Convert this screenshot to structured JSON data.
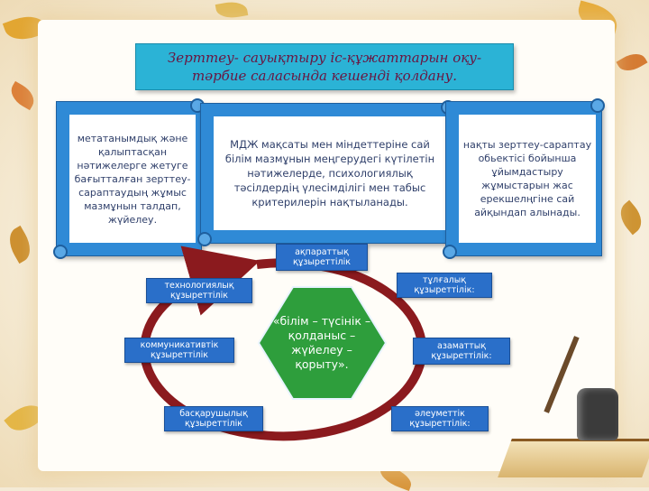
{
  "title": "Зерттеу- сауықтыру іс-құжаттарын оқу- тәрбие саласында кешенді  қолдану.",
  "scrolls": {
    "left": "метатанымдық және қалыптасқан нәтижелерге жетуге бағытталған зерттеу-сараптаудың жұмыс мазмұнын талдап, жүйелеу.",
    "middle": "МДЖ мақсаты мен міндеттеріне сай білім мазмұнын меңгерудегі күтілетін нәтижелерде, психологиялық тәсілдердің үлесімділігі мен табыс критерилерін нақтыланады.",
    "right": "нақты зерттеу-сараптау обьектісі бойынша ұйымдастыру жұмыстарын  жас ерекшелңгіне сай айқындап алынады."
  },
  "center": "«білім – түсінік – қолданыс – жүйелеу – қорыту».",
  "competencies": {
    "info": "ақпараттық құзыреттілік",
    "personal": "тұлғалық құзыреттілік:",
    "civic": "азаматтық құзыреттілік:",
    "social": "әлеуметтік құзыреттілік:",
    "management": "басқарушылық құзыреттілік",
    "communication": "коммуникативтік құзыреттілік",
    "technology": "технологиялық құзыреттілік"
  },
  "colors": {
    "title_bg": "#2bb3d6",
    "title_text": "#6a1540",
    "scroll": "#2f8ad6",
    "label_bg": "#2a6fc9",
    "ring": "#8b1a1e",
    "hexagon": "#2e9e3c"
  }
}
